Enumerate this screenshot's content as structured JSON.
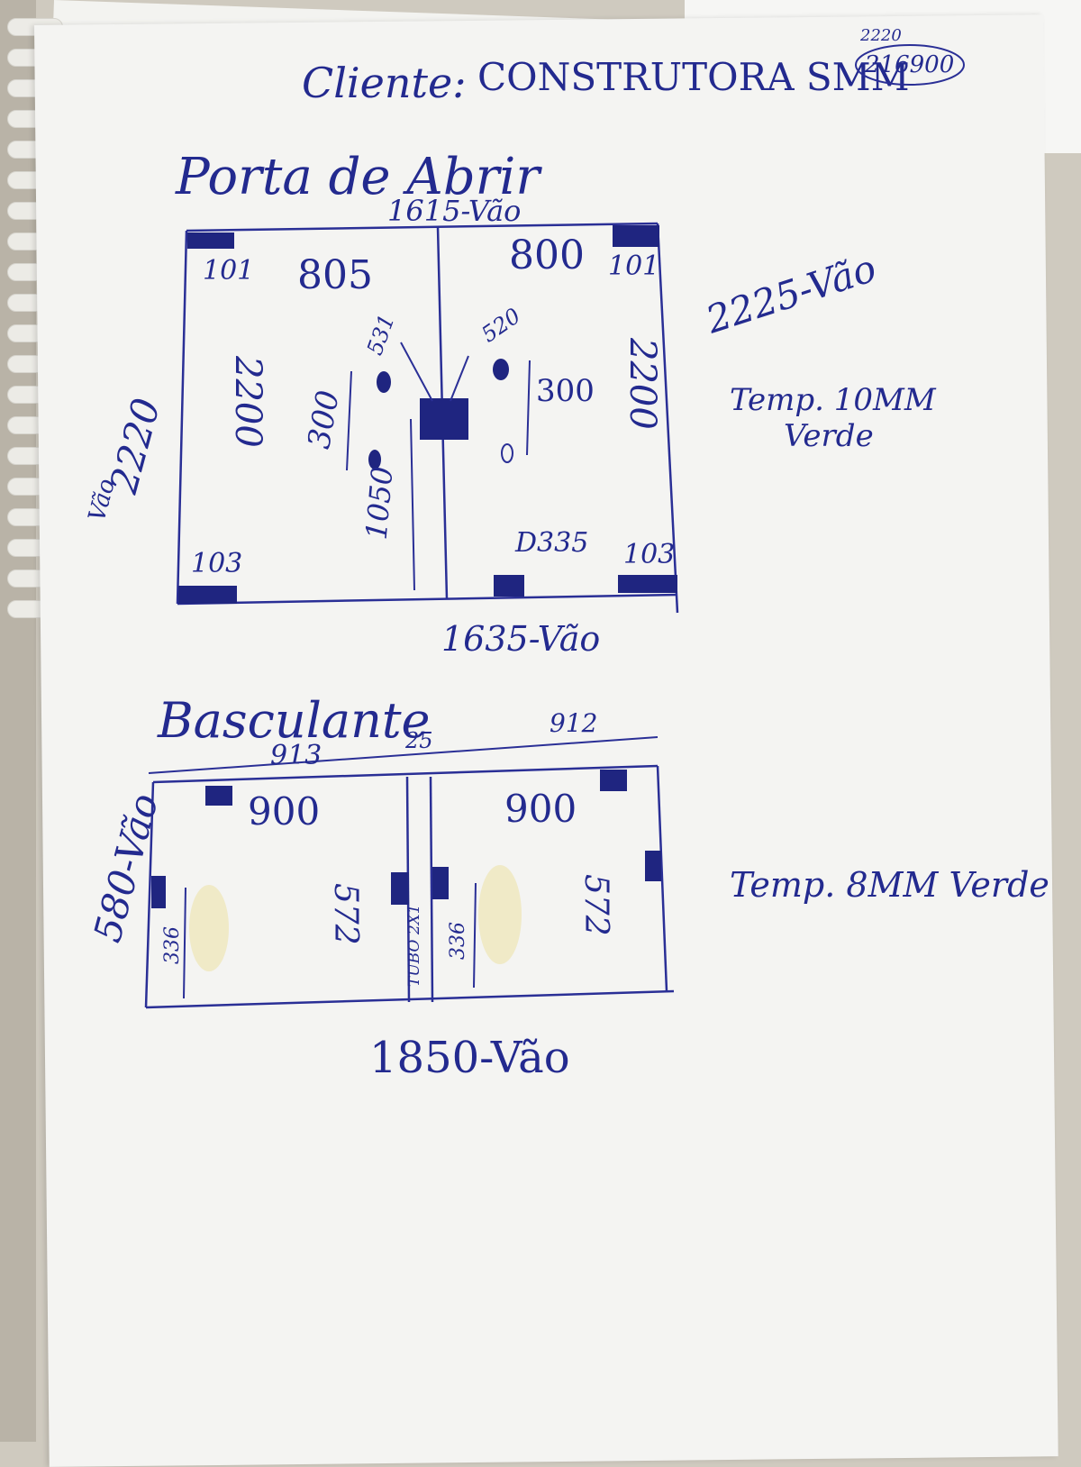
{
  "header": {
    "cliente_label": "Cliente:",
    "cliente_name": "CONSTRUTORA SMM",
    "corner_ref_top": "2220",
    "corner_ref_circled": "216900"
  },
  "porta": {
    "title": "Porta de Abrir",
    "top_width": "1615-Vão",
    "bottom_width": "1635-Vão",
    "right_height": "2225-Vão",
    "left_height": "2220",
    "left_height_sub": "Vão",
    "left_leaf_width": "805",
    "right_leaf_width": "800",
    "left_leaf_height": "2200",
    "right_leaf_height": "2200",
    "fitting_tl": "101",
    "fitting_tr": "101",
    "fitting_bl": "103",
    "fitting_br": "103",
    "handle_gap_left": "300",
    "handle_gap_right": "300",
    "handle_ref_left": "531",
    "handle_ref_right": "520",
    "handle_height": "1050",
    "lock_ref": "D335",
    "glass_note": "Temp. 10MM",
    "glass_color": "Verde"
  },
  "basculante": {
    "title": "Basculante",
    "left_width": "913",
    "mid_gap": "25",
    "right_width": "912",
    "left_height": "580-Vão",
    "bottom_width": "1850-Vão",
    "left_panel_width": "900",
    "right_panel_width": "900",
    "left_panel_height": "572",
    "right_panel_height": "572",
    "left_gap": "336",
    "right_gap": "336",
    "tube": "TUBO 2X1",
    "glass_note": "Temp. 8MM Verde"
  }
}
